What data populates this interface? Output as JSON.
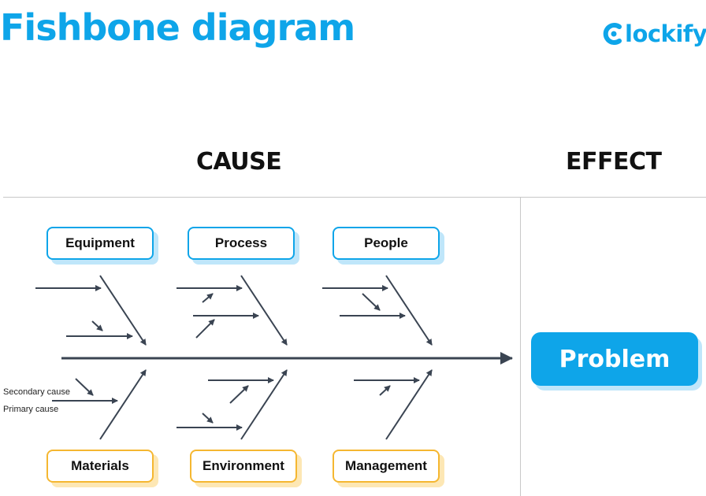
{
  "title": "Fishbone diagram",
  "logo": {
    "text": "lockify",
    "icon": "clockify-c-icon",
    "brand_color": "#0ea5e9"
  },
  "headings": {
    "cause": "CAUSE",
    "effect": "EFFECT"
  },
  "categories": {
    "top": [
      "Equipment",
      "Process",
      "People"
    ],
    "bottom": [
      "Materials",
      "Environment",
      "Management"
    ]
  },
  "effect_label": "Problem",
  "labels": {
    "secondary_cause": "Secondary cause",
    "primary_cause": "Primary cause"
  },
  "colors": {
    "accent": "#0ea5e9",
    "top_border": "#0ea5e9",
    "bottom_border": "#f5b731",
    "lines": "#3a4452"
  }
}
